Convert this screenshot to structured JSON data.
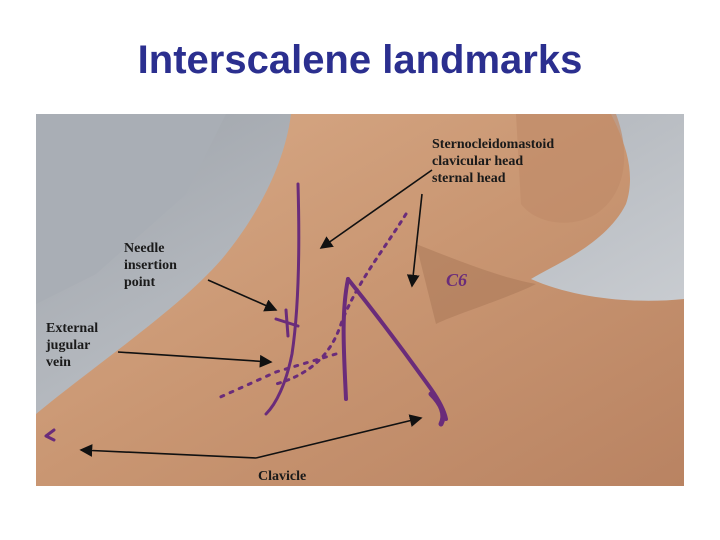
{
  "slide": {
    "title": "Interscalene landmarks"
  },
  "photo": {
    "labels": {
      "scm": [
        "Sternocleidomastoid",
        "clavicular head",
        "sternal head"
      ],
      "needle": [
        "Needle",
        "insertion",
        "point"
      ],
      "ejv": [
        "External",
        "jugular",
        "vein"
      ],
      "clavicle": [
        "Clavicle"
      ],
      "c6": "C6"
    },
    "colors": {
      "marker": "#6a2c7a",
      "skin": "#c99a78",
      "pillow": "#b8bcc2"
    }
  }
}
